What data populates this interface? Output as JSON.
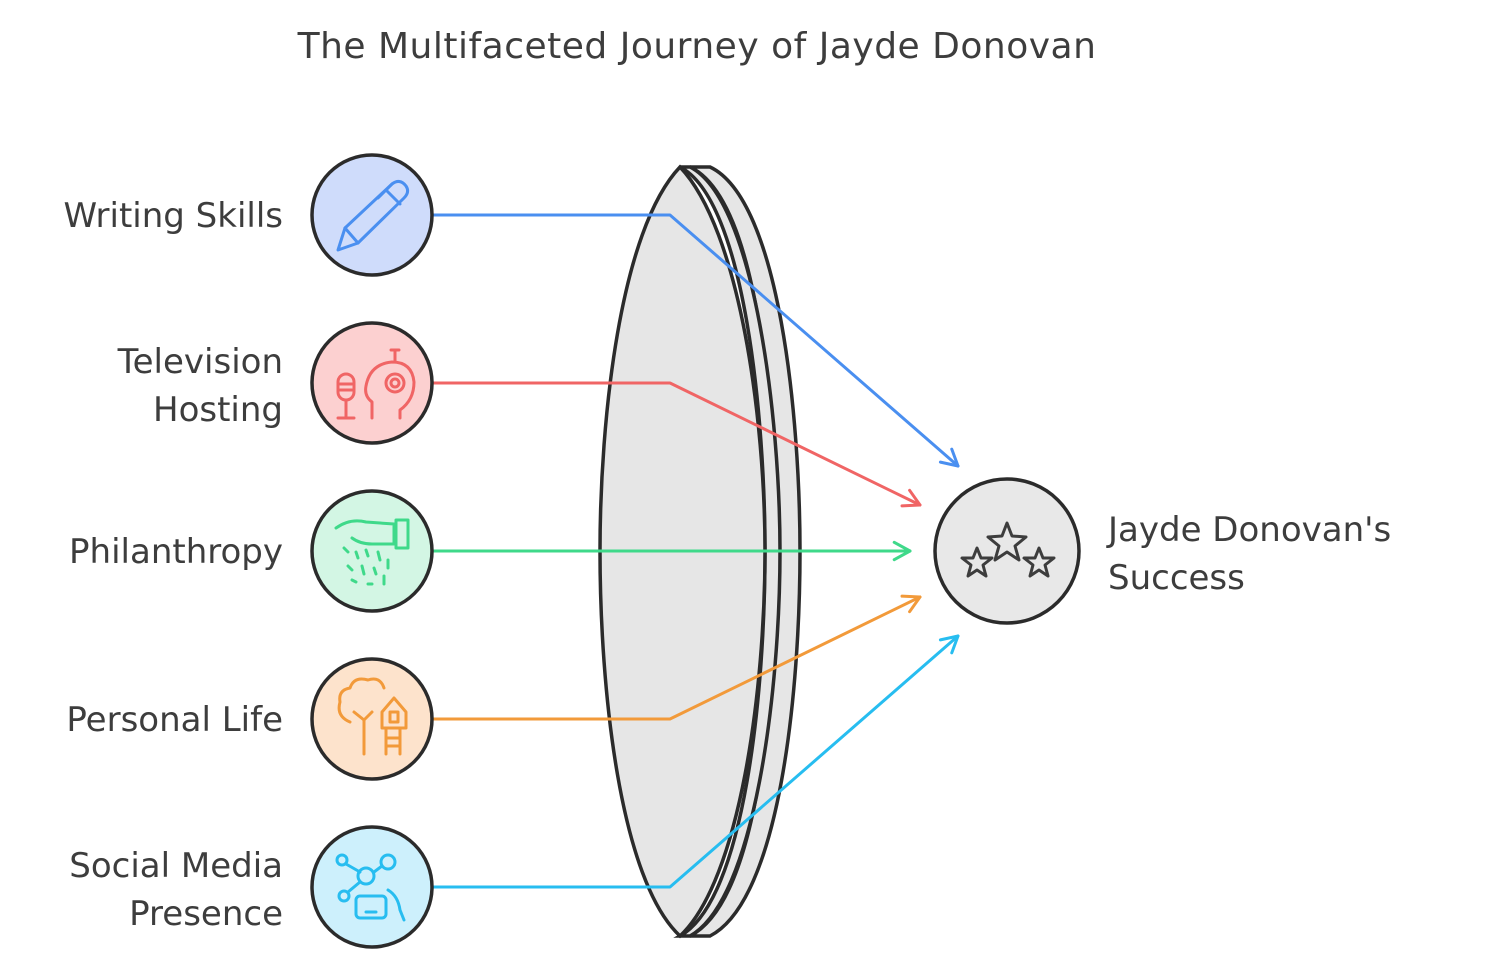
{
  "title": "The Multifaceted Journey of Jayde Donovan",
  "inputs": [
    {
      "label_lines": [
        "Writing Skills"
      ],
      "icon": "pen-icon",
      "color": "#4a8ff0",
      "fill": "#cfdcfb"
    },
    {
      "label_lines": [
        "Television",
        "Hosting"
      ],
      "icon": "microphone-headset-icon",
      "color": "#f06565",
      "fill": "#fcd0d0"
    },
    {
      "label_lines": [
        "Philanthropy"
      ],
      "icon": "giving-hand-icon",
      "color": "#3fd98a",
      "fill": "#d3f6e4"
    },
    {
      "label_lines": [
        "Personal Life"
      ],
      "icon": "tree-house-icon",
      "color": "#f29a3a",
      "fill": "#fde3cc"
    },
    {
      "label_lines": [
        "Social Media",
        "Presence"
      ],
      "icon": "social-network-icon",
      "color": "#27bdf0",
      "fill": "#cdf0fc"
    }
  ],
  "result": {
    "label_lines": [
      "Jayde Donovan's",
      "Success"
    ],
    "icon": "stars-icon",
    "fill": "#e8e8e8"
  },
  "colors": {
    "stroke": "#2b2b2b",
    "lens_fill": "#e6e6e6"
  }
}
